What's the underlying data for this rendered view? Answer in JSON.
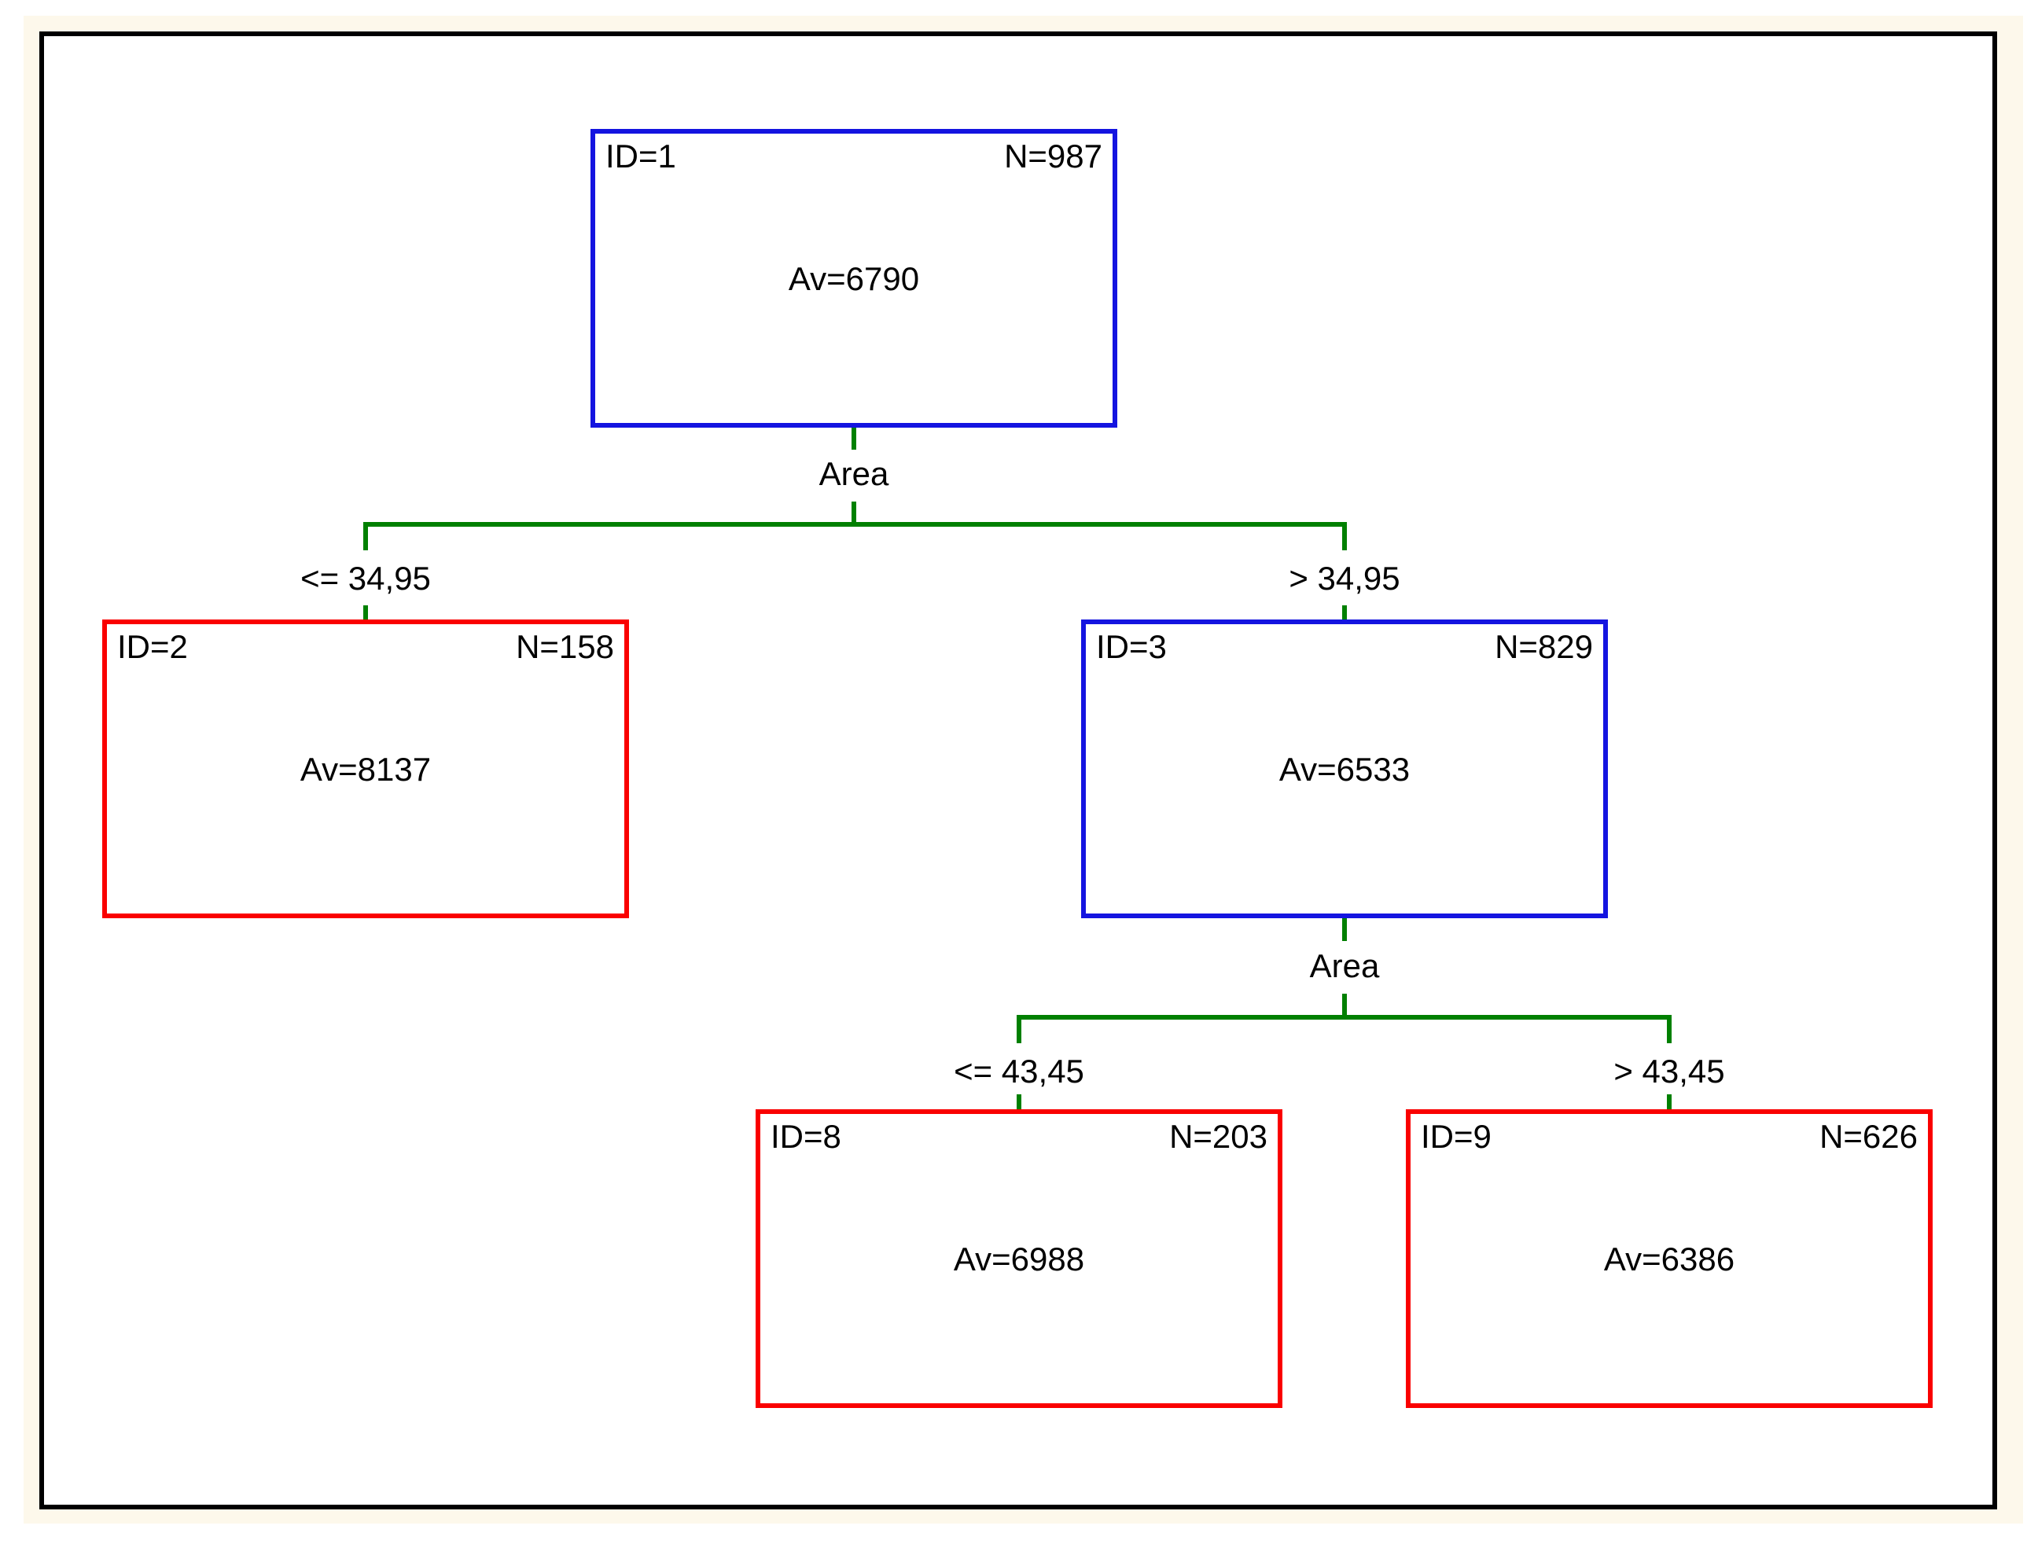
{
  "palette": {
    "page_bg": "#FFFFFF",
    "mat_fill": "#FDF8EB",
    "frame_stroke": "#000000",
    "frame_fill": "#FFFFFF",
    "connector": "#008000",
    "blue_node_border": "#1414E0",
    "red_node_border": "#FA0000",
    "text_color": "#000000"
  },
  "tree": {
    "nodes": [
      {
        "id_label": "ID=1",
        "n_label": "N=987",
        "av_label": "Av=6790",
        "id": 1,
        "n": 987,
        "av": 6790,
        "border_color": "#1414E0"
      },
      {
        "id_label": "ID=2",
        "n_label": "N=158",
        "av_label": "Av=8137",
        "id": 2,
        "n": 158,
        "av": 8137,
        "border_color": "#FA0000"
      },
      {
        "id_label": "ID=3",
        "n_label": "N=829",
        "av_label": "Av=6533",
        "id": 3,
        "n": 829,
        "av": 6533,
        "border_color": "#1414E0"
      },
      {
        "id_label": "ID=8",
        "n_label": "N=203",
        "av_label": "Av=6988",
        "id": 8,
        "n": 203,
        "av": 6988,
        "border_color": "#FA0000"
      },
      {
        "id_label": "ID=9",
        "n_label": "N=626",
        "av_label": "Av=6386",
        "id": 9,
        "n": 626,
        "av": 6386,
        "border_color": "#FA0000"
      }
    ],
    "splits": [
      {
        "variable": "Area",
        "left_condition": "<= 34,95",
        "right_condition": "> 34,95"
      },
      {
        "variable": "Area",
        "left_condition": "<= 43,45",
        "right_condition": "> 43,45"
      }
    ]
  }
}
